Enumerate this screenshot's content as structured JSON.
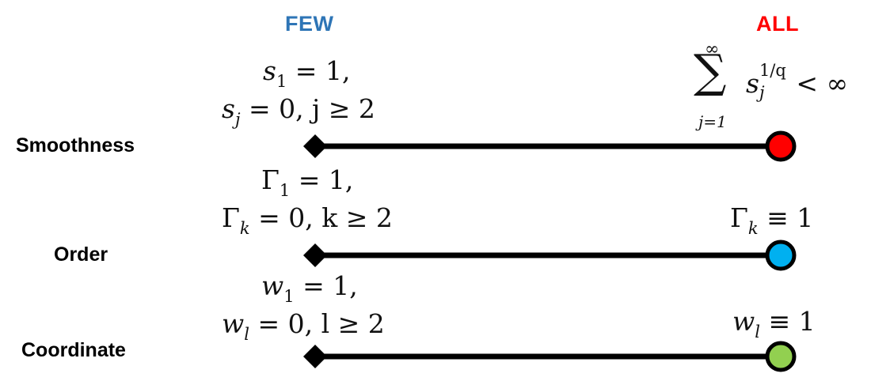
{
  "headers": {
    "few": "FEW",
    "all": "ALL",
    "few_color": "#2e75b6",
    "all_color": "#ff0000"
  },
  "rows": [
    {
      "label": "Smoothness",
      "few_line1": {
        "symbol": "s",
        "sub": "1",
        "rest": " = 1,"
      },
      "few_line2": {
        "symbol": "s",
        "sub": "j",
        "rest": " = 0, j ≥ 2"
      },
      "all_expr": {
        "sum_top": "∞",
        "sum_sign": "∑",
        "sum_bottom": "j=1",
        "symbol": "s",
        "sub": "j",
        "sup": "1/q",
        "rest": " < ∞"
      },
      "end_color": "#ff0000"
    },
    {
      "label": "Order",
      "few_line1": {
        "symbol": "Γ",
        "sub": "1",
        "rest": " = 1,"
      },
      "few_line2": {
        "symbol": "Γ",
        "sub": "k",
        "rest": " = 0, k ≥ 2"
      },
      "all_expr": {
        "symbol": "Γ",
        "sub": "k",
        "rest": " ≡ 1"
      },
      "end_color": "#00b0f0"
    },
    {
      "label": "Coordinate",
      "few_line1": {
        "symbol": "w",
        "sub": "1",
        "rest": " = 1,"
      },
      "few_line2": {
        "symbol": "w",
        "sub": "l",
        "rest": " = 0, l ≥ 2"
      },
      "all_expr": {
        "symbol": "w",
        "sub": "l",
        "rest": " ≡ 1"
      },
      "end_color": "#92d050"
    }
  ],
  "icons": {
    "start_marker": "diamond-icon",
    "end_marker": "circle-icon"
  }
}
